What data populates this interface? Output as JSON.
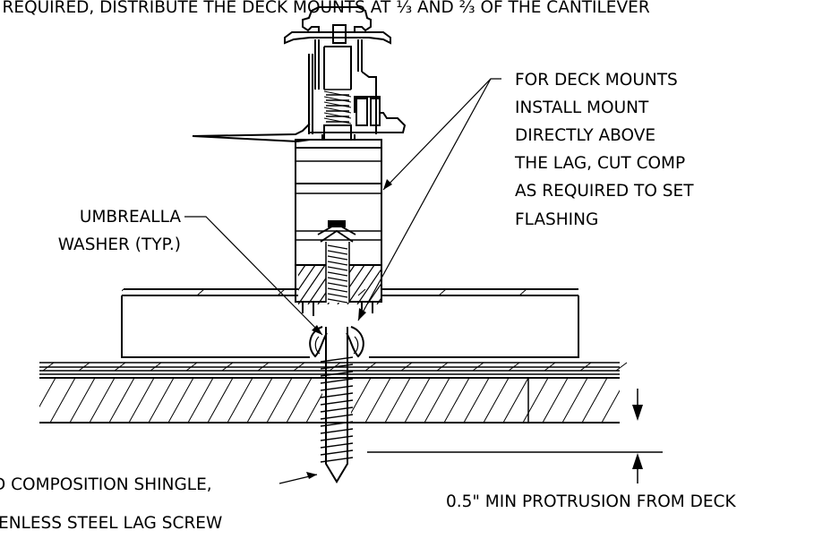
{
  "header_note": "F REQUIRED, DISTRIBUTE THE DECK MOUNTS AT ⅓ AND ⅔ OF THE CANTILEVER",
  "callouts": {
    "deck_mounts": [
      "FOR DECK MOUNTS",
      "INSTALL MOUNT",
      "DIRECTLY ABOVE",
      "THE LAG, CUT COMP",
      "AS REQUIRED TO SET",
      "FLASHING"
    ],
    "washer": [
      "UMBREALLA",
      "WASHER (TYP.)"
    ],
    "shingle": "D COMPOSITION SHINGLE,",
    "lag_screw": "ENLESS STEEL LAG SCREW",
    "protrusion": "0.5\" MIN PROTRUSION FROM DECK"
  }
}
